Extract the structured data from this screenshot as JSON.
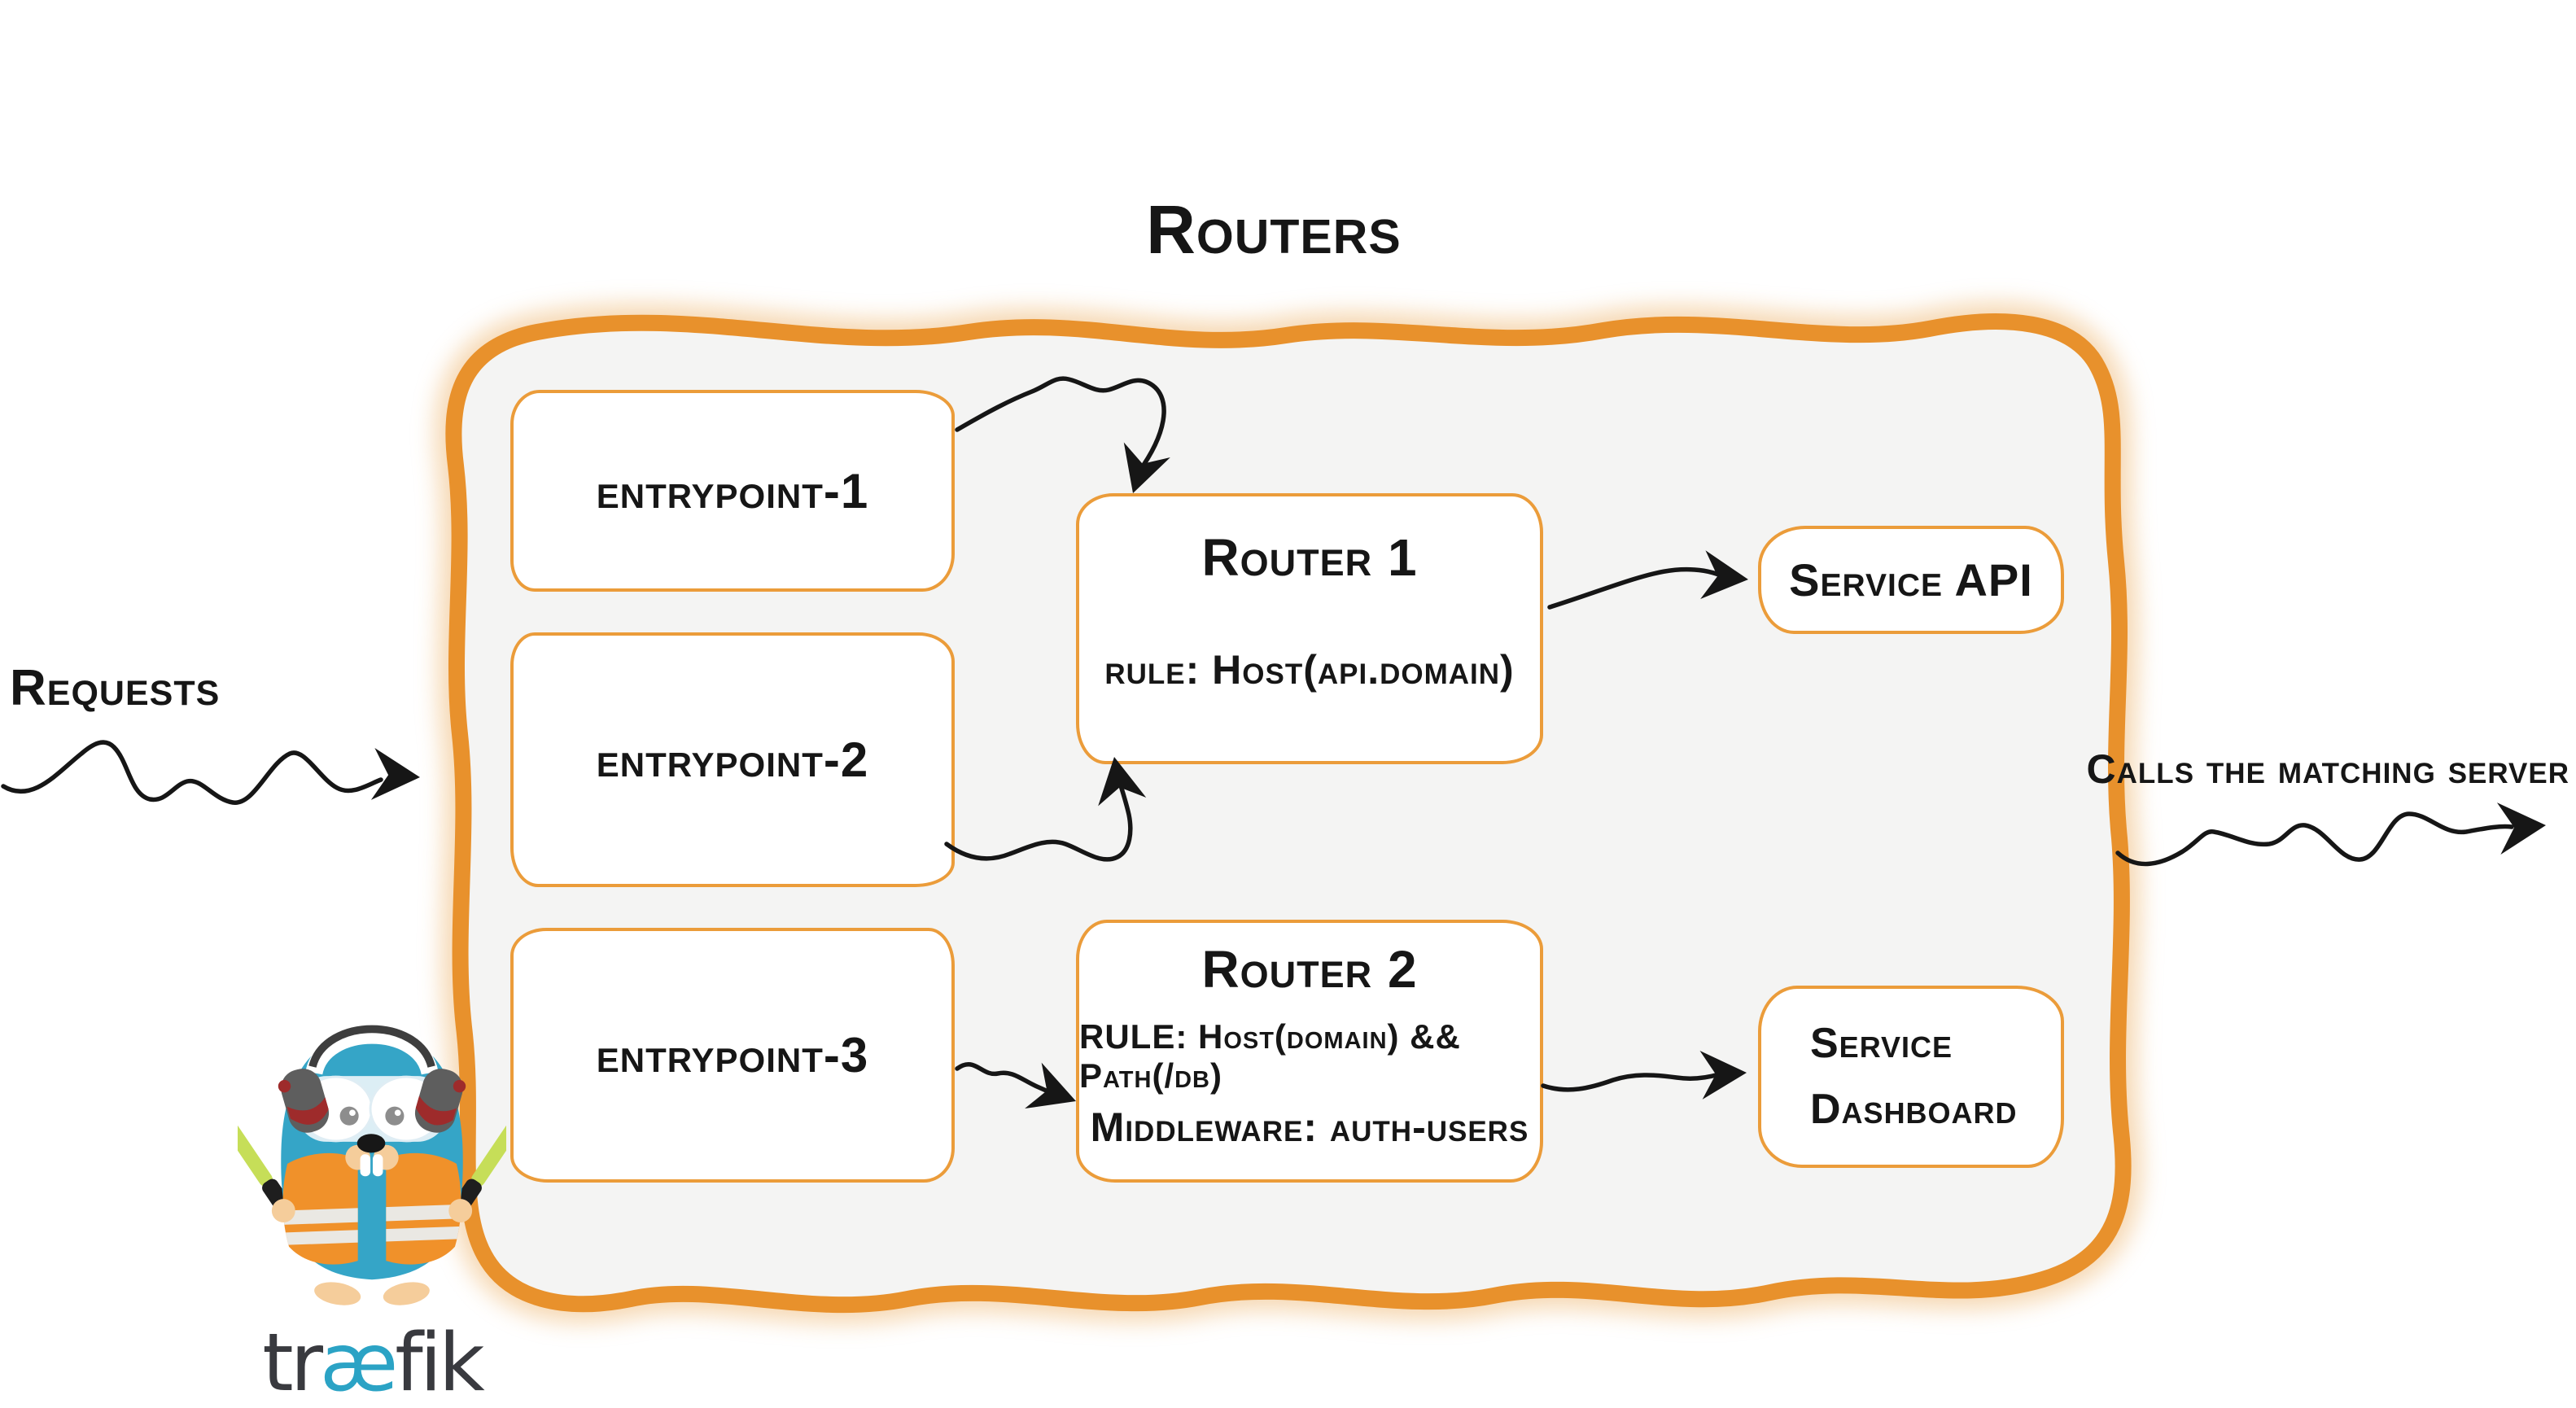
{
  "title": "Routers",
  "side_labels": {
    "requests": "Requests",
    "output": "Calls the matching server"
  },
  "entrypoints": [
    {
      "label": "entrypoint-1"
    },
    {
      "label": "entrypoint-2"
    },
    {
      "label": "entrypoint-3"
    }
  ],
  "routers": [
    {
      "name": "Router 1",
      "rule": "rule: Host(api.domain)"
    },
    {
      "name": "Router 2",
      "rule": "RULE: Host(domain) && Path(/db)",
      "middleware": "Middleware: auth-users"
    }
  ],
  "services": [
    {
      "name": "Service API"
    },
    {
      "name_line1": "Service",
      "name_line2": "Dashboard"
    }
  ],
  "logo": {
    "wordmark_start": "tr",
    "wordmark_mid": "æ",
    "wordmark_end": "fik",
    "mascot": "traefik-gopher"
  },
  "icons": {
    "arrows": [
      "arrow-requests-into-panel",
      "arrow-entrypoint1-to-router1",
      "arrow-entrypoint2-to-router1",
      "arrow-entrypoint3-to-router2",
      "arrow-router1-to-service-api",
      "arrow-router2-to-service-dashboard",
      "arrow-panel-to-matching-server"
    ]
  },
  "colors": {
    "accent_orange": "#E8912C",
    "box_border": "#EB9C3A",
    "panel_fill": "#F4F4F3",
    "ink": "#161616",
    "glow": "#EDB269",
    "teal": "#35A5C7",
    "wordmark_dark": "#393A3F",
    "wordmark_teal": "#2BA3C5",
    "vest_orange": "#F0912A",
    "maroon": "#9E2B2B",
    "stick_green": "#C6DE58",
    "tan": "#F5CD9B"
  }
}
